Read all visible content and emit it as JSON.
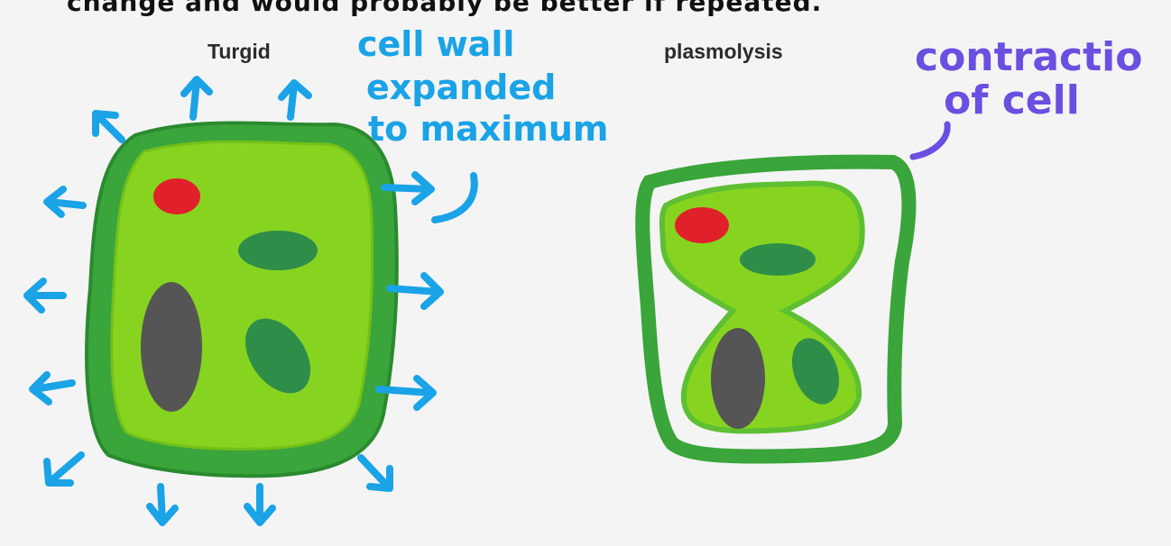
{
  "caption_fragment": "change and would probably be better if repeated.",
  "labels": {
    "turgid": "Turgid",
    "plasmolysis": "plasmolysis"
  },
  "annotations": {
    "cell_wall_line1": "cell wall",
    "cell_wall_line2": "expanded",
    "cell_wall_line3": "to maximum",
    "contraction_line1": "contractio",
    "contraction_line2": "of cell"
  },
  "colors": {
    "background": "#f4f4f4",
    "cell_wall_outer": "#3aa53a",
    "cytoplasm": "#86d41f",
    "vacuole_border": "#2f8f3a",
    "nucleus": "#e0202a",
    "chloroplast": "#2f8d4a",
    "dark_organelle": "#555555",
    "arrow_blue": "#1aa3e6",
    "annotation_purple": "#6a4fe0"
  }
}
